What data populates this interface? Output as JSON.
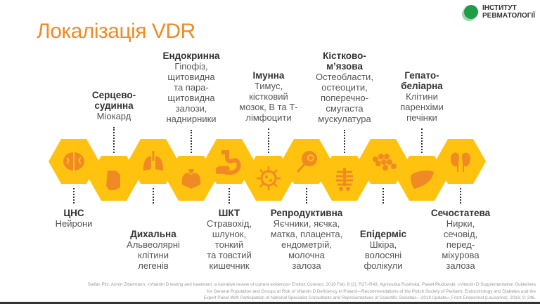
{
  "title": "Локалізація VDR",
  "logo": {
    "line1": "ІНСТИТУТ",
    "line2": "РЕВМАТОЛОГІЇ"
  },
  "colors": {
    "hex": "#ffc20e",
    "icon": "#f08a24",
    "title": "#f08a24"
  },
  "systems": [
    {
      "name": "ЦНС",
      "desc": [
        "Нейрони"
      ],
      "icon": "brain-icon"
    },
    {
      "name": "Серцево-судинна",
      "name_lines": [
        "Серцево-",
        "судинна"
      ],
      "desc": [
        "Міокард"
      ],
      "icon": "heart-icon"
    },
    {
      "name": "Дихальна",
      "desc": [
        "Альвеолярні",
        "клітини",
        "легенів"
      ],
      "icon": "lungs-icon"
    },
    {
      "name": "Ендокринна",
      "desc": [
        "Гіпофіз,",
        "щитовидна",
        "та пара-",
        "щитовидна",
        "залози,",
        "наднирники"
      ],
      "icon": "thyroid-icon"
    },
    {
      "name": "ШКТ",
      "desc": [
        "Стравохід,",
        "шлунок,",
        "тонкий",
        "та товстий",
        "кишечник"
      ],
      "icon": "stomach-icon"
    },
    {
      "name": "Імунна",
      "desc": [
        "Тимус,",
        "кістковий",
        "мозок, В та Т-",
        "лімфоцити"
      ],
      "icon": "virus-icon"
    },
    {
      "name": "Репродуктивна",
      "desc": [
        "Яєчники, яєчка,",
        "матка, плацента,",
        "ендометрій,",
        "молочна",
        "залоза"
      ],
      "icon": "sperm-egg-icon"
    },
    {
      "name": "Кістково-м’язова",
      "name_lines": [
        "Кістково-",
        "м’язова"
      ],
      "desc": [
        "Остеобласти,",
        "остеоцити,",
        "поперечно-",
        "смугаста",
        "мускулатура"
      ],
      "icon": "skeleton-icon"
    },
    {
      "name": "Епідерміс",
      "desc": [
        "Шкіра,",
        "волосяні",
        "фолікули"
      ],
      "icon": "skin-cells-icon"
    },
    {
      "name": "Гепато-беліарна",
      "name_lines": [
        "Гепато-",
        "беліарна"
      ],
      "desc": [
        "Клітини",
        "паренхіми",
        "печінки"
      ],
      "icon": "liver-icon"
    },
    {
      "name": "Сечостатева",
      "desc": [
        "Нирки,",
        "сечовід,",
        "перед-",
        "міхурова",
        "залоза"
      ],
      "icon": "kidneys-icon"
    }
  ],
  "references": [
    "Stefan Pilz, Armin Zittermann, «Vitamin D testing and treatment: a narrative review of current evidence» Endocr Connect. 2019 Feb; 8 (2): R27–R43. Agnieszka Rusińska, Paweł Płudowski, «Vitamin D Supplementation Guidelines",
    "for General Population and Groups at Risk of Vitamin D Deficiency in Poland—Recommendations of the Polish Society of Pediatric Endocrinology and Diabetes and the",
    "Expert Panel With Participation of National Specialist Consultants and Representatives of Scientific Societies—2018 Update», Front Endocrinol (Lausanne). 2018; 9: 246."
  ]
}
